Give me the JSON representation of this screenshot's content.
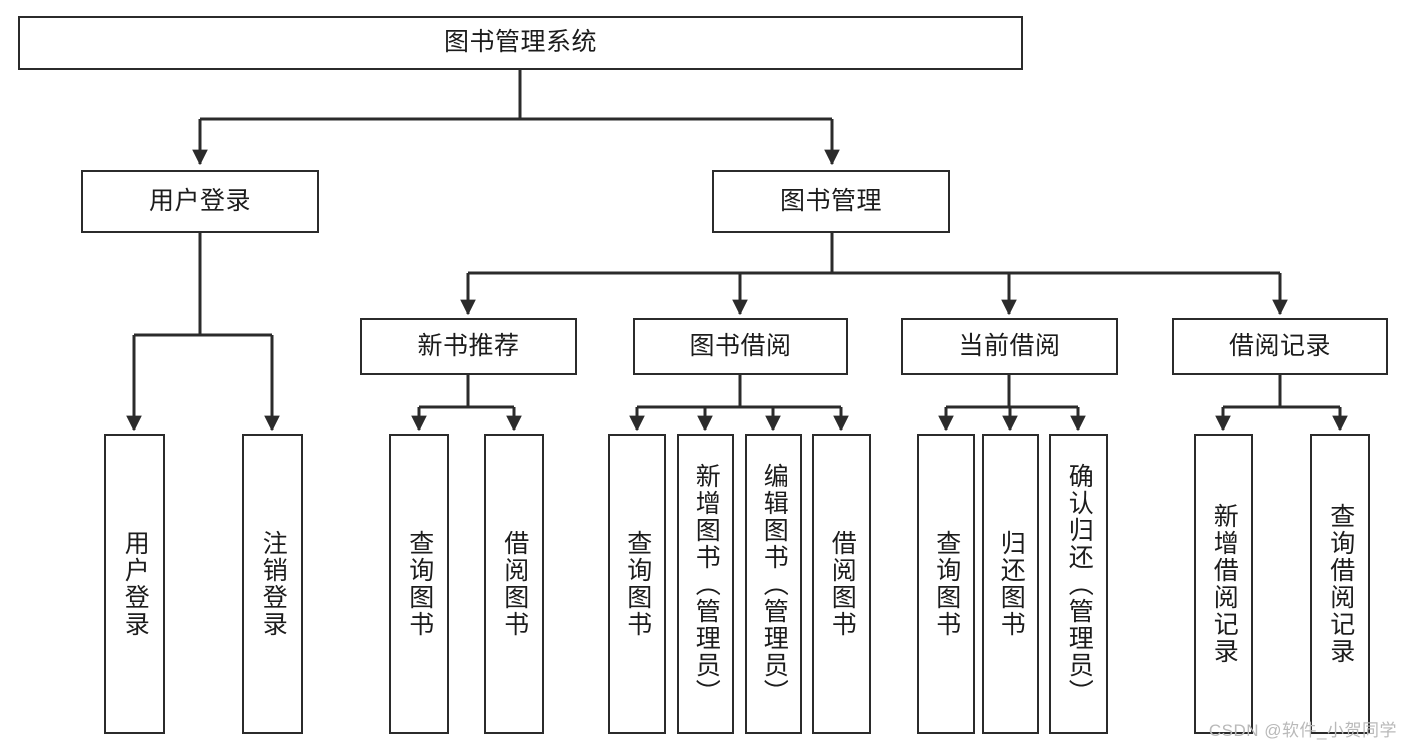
{
  "diagram": {
    "type": "tree-hierarchy",
    "title": "图书管理系统",
    "orientation": "top-down",
    "edge_color": "#2b2b2b",
    "box_border_color": "#2b2b2b",
    "box_fill_color": "#ffffff",
    "text_color": "#1c1c1c",
    "watermark": "CSDN @软件_小贺同学",
    "levels": [
      {
        "level": 0,
        "labels": [
          "图书管理系统"
        ]
      },
      {
        "level": 1,
        "labels": [
          "用户登录",
          "图书管理"
        ]
      },
      {
        "level": 2,
        "labels": [
          "新书推荐",
          "图书借阅",
          "当前借阅",
          "借阅记录"
        ]
      },
      {
        "level": 3,
        "labels": [
          "用户登录",
          "注销登录",
          "查询图书",
          "借阅图书",
          "查询图书",
          "新增图书（管理员）",
          "编辑图书（管理员）",
          "借阅图书",
          "查询图书",
          "归还图书",
          "确认归还（管理员）",
          "新增借阅记录",
          "查询借阅记录"
        ]
      }
    ],
    "nodes": {
      "root": {
        "label": "图书管理系统"
      },
      "l1": [
        {
          "id": "user-login",
          "label": "用户登录"
        },
        {
          "id": "book-manage",
          "label": "图书管理"
        }
      ],
      "l2": [
        {
          "id": "new-book-rec",
          "label": "新书推荐",
          "parent": "book-manage"
        },
        {
          "id": "book-borrow",
          "label": "图书借阅",
          "parent": "book-manage"
        },
        {
          "id": "current-borrow",
          "label": "当前借阅",
          "parent": "book-manage"
        },
        {
          "id": "borrow-record",
          "label": "借阅记录",
          "parent": "book-manage"
        }
      ],
      "l3": [
        {
          "id": "leaf-user-login",
          "label": "用户登录",
          "parent": "user-login"
        },
        {
          "id": "leaf-logout",
          "label": "注销登录",
          "parent": "user-login"
        },
        {
          "id": "leaf-query-book-1",
          "label": "查询图书",
          "parent": "new-book-rec"
        },
        {
          "id": "leaf-borrow-book-1",
          "label": "借阅图书",
          "parent": "new-book-rec"
        },
        {
          "id": "leaf-query-book-2",
          "label": "查询图书",
          "parent": "book-borrow"
        },
        {
          "id": "leaf-add-book",
          "label": "新增图书（管理员）",
          "parent": "book-borrow"
        },
        {
          "id": "leaf-edit-book",
          "label": "编辑图书（管理员）",
          "parent": "book-borrow"
        },
        {
          "id": "leaf-borrow-book-2",
          "label": "借阅图书",
          "parent": "book-borrow"
        },
        {
          "id": "leaf-query-book-3",
          "label": "查询图书",
          "parent": "current-borrow"
        },
        {
          "id": "leaf-return-book",
          "label": "归还图书",
          "parent": "current-borrow"
        },
        {
          "id": "leaf-confirm-return",
          "label": "确认归还（管理员）",
          "parent": "current-borrow"
        },
        {
          "id": "leaf-add-record",
          "label": "新增借阅记录",
          "parent": "borrow-record"
        },
        {
          "id": "leaf-query-record",
          "label": "查询借阅记录",
          "parent": "borrow-record"
        }
      ]
    }
  }
}
